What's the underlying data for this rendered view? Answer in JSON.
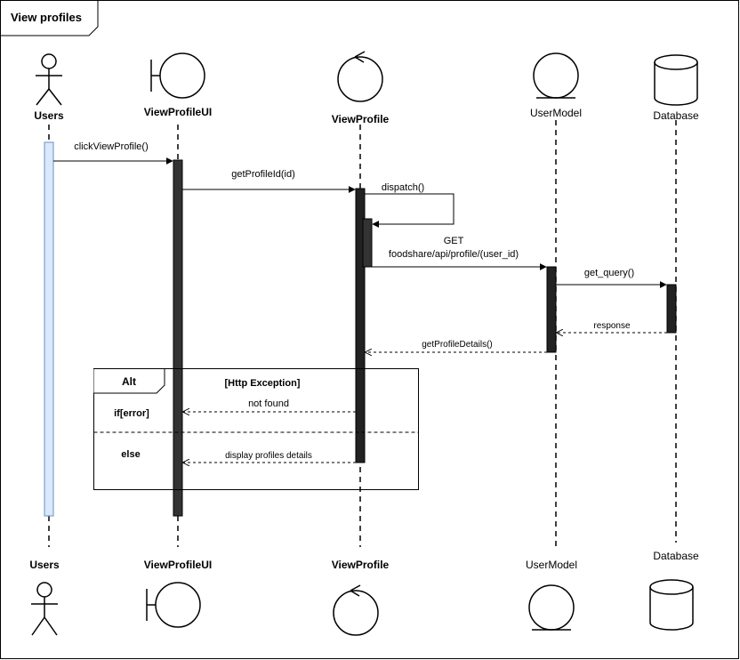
{
  "diagram": {
    "title": "View profiles",
    "participants": {
      "users": "Users",
      "view_profile_ui": "ViewProfileUI",
      "view_profile": "ViewProfile",
      "user_model": "UserModel",
      "database": "Database"
    },
    "messages": {
      "click_view_profile": "clickViewProfile()",
      "get_profile_id": "getProfileId(id)",
      "dispatch": "dispatch()",
      "get_line1": "GET",
      "get_line2": "foodshare/api/profile/(user_id)",
      "get_query": "get_query()",
      "response": "response",
      "get_profile_details": "getProfileDetails()",
      "not_found": "not found",
      "display_profiles_details": "display profiles details"
    },
    "alt_fragment": {
      "label": "Alt",
      "guard": "[Http Exception]",
      "if_label": "if[error]",
      "else_label": "else"
    }
  }
}
